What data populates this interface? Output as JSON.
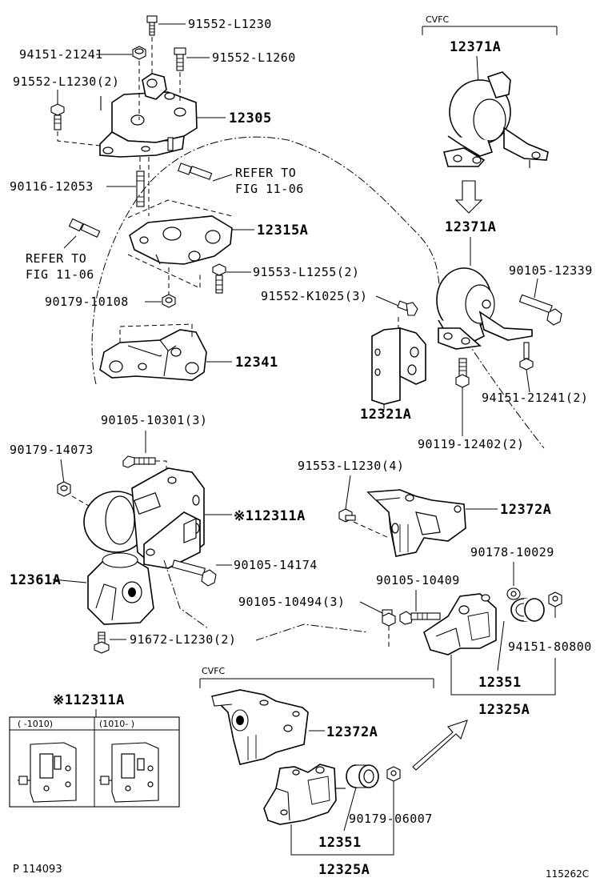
{
  "labels": {
    "p_91552_L1230_top": "91552-L1230",
    "p_94151_21241": "94151-21241",
    "p_91552_L1260": "91552-L1260",
    "p_91552_L1230_2": "91552-L1230(2)",
    "p_12305": "12305",
    "p_90116_12053": "90116-12053",
    "refer_a_1": "REFER TO",
    "refer_a_2": "FIG 11-06",
    "p_12315A": "12315A",
    "refer_b_1": "REFER TO",
    "refer_b_2": "FIG 11-06",
    "p_91553_L1255": "91553-L1255(2)",
    "p_90179_10108": "90179-10108",
    "p_12341": "12341",
    "p_90105_10301": "90105-10301(3)",
    "p_90179_14073": "90179-14073",
    "p_12311A": "※112311A",
    "p_90105_14174": "90105-14174",
    "p_12361A": "12361A",
    "p_91672_L1230": "91672-L1230(2)",
    "cvfc_top": "CVFC",
    "p_12371A_top": "12371A",
    "p_12371A_mid": "12371A",
    "p_90105_12339": "90105-12339",
    "p_91552_K1025": "91552-K1025(3)",
    "p_94151_21241_2": "94151-21241(2)",
    "p_12321A": "12321A",
    "p_90119_12402": "90119-12402(2)",
    "p_91553_L1230_4": "91553-L1230(4)",
    "p_12372A_mid": "12372A",
    "p_90178_10029": "90178-10029",
    "p_90105_10409": "90105-10409",
    "p_90105_10494": "90105-10494(3)",
    "p_94151_80800": "94151-80800",
    "p_12351_mid": "12351",
    "p_12325A_mid": "12325A",
    "inset_title": "※112311A",
    "inset_col1": "(      -1010)",
    "inset_col2": "(1010-      )",
    "cvfc_bottom": "CVFC",
    "p_12372A_bottom": "12372A",
    "p_90179_06007": "90179-06007",
    "p_12351_bottom": "12351",
    "p_12325A_bottom": "12325A",
    "page_ref": "P 114093",
    "figure_id": "115262C"
  }
}
